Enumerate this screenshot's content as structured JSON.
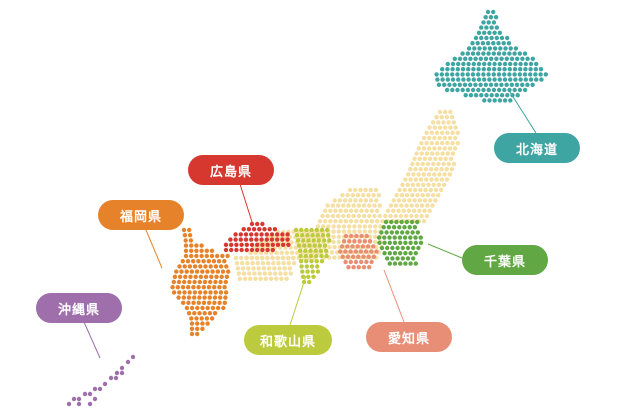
{
  "colors": {
    "base": "#f5dfa3",
    "hokkaido": "#3fa5a2",
    "chiba": "#61a845",
    "aichi": "#e88e77",
    "wakayama": "#bccb3e",
    "hiroshima": "#d6372f",
    "fukuoka": "#e6832a",
    "okinawa": "#9e6fab"
  },
  "labels": {
    "hokkaido": "北海道",
    "chiba": "千葉県",
    "aichi": "愛知県",
    "wakayama": "和歌山県",
    "hiroshima": "広島県",
    "fukuoka": "福岡県",
    "okinawa": "沖縄県"
  }
}
